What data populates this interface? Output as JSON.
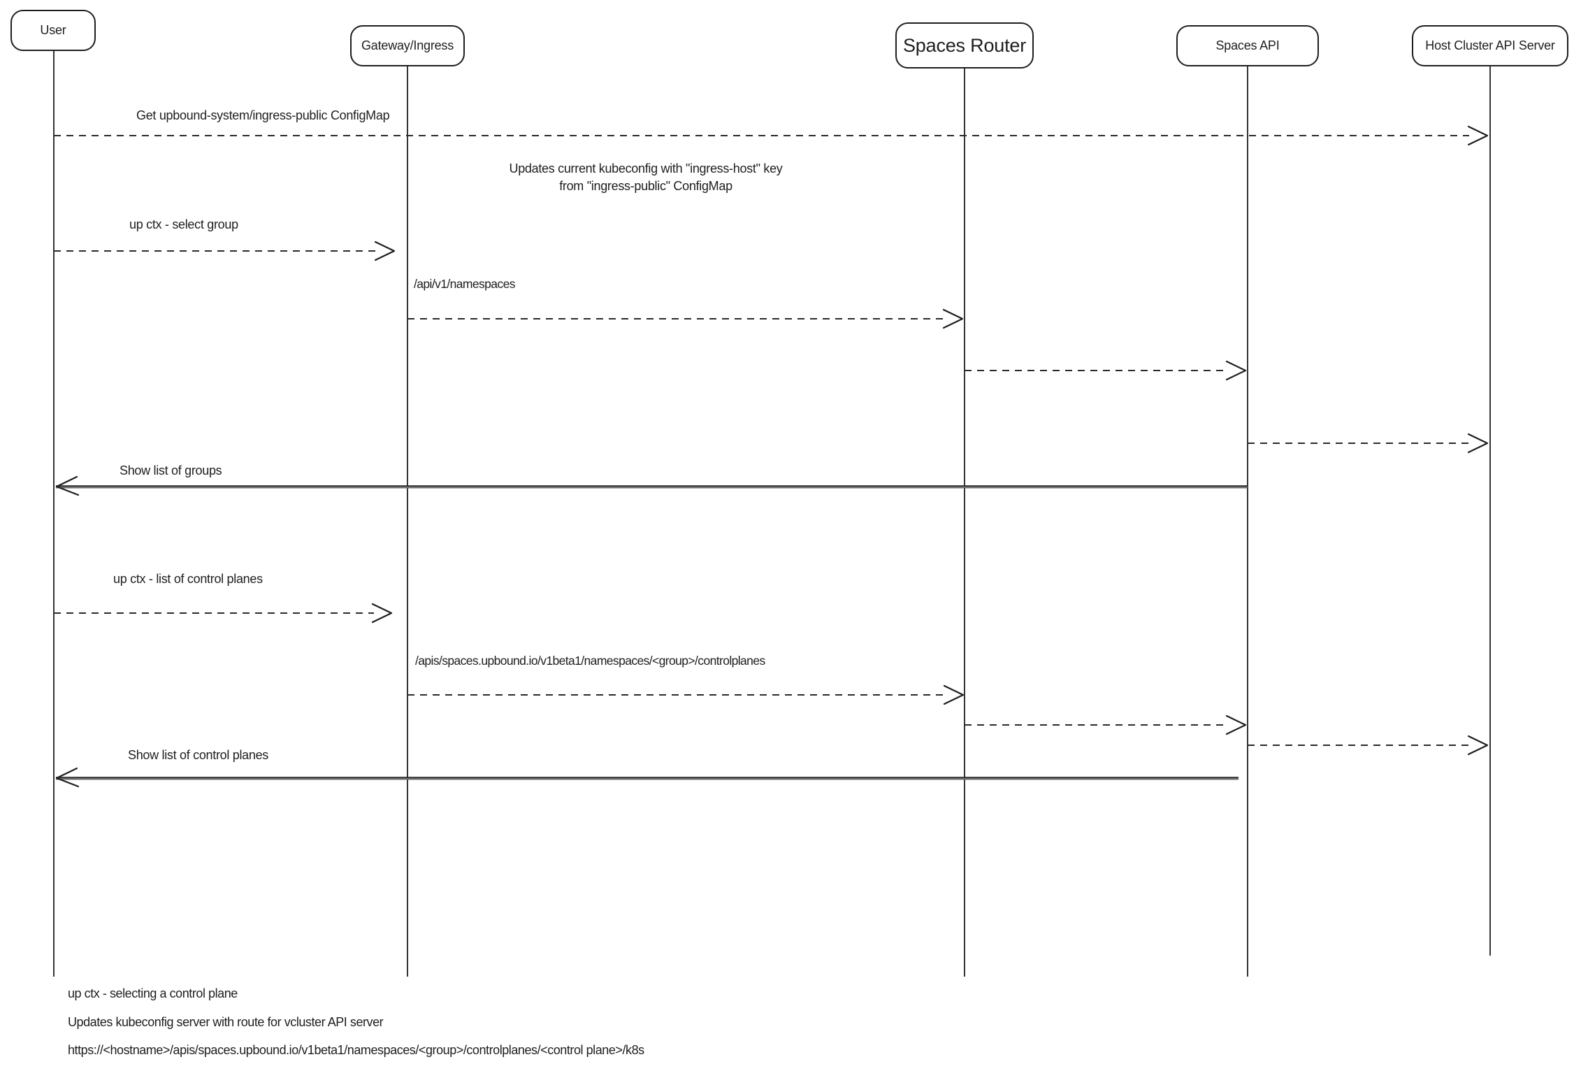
{
  "colors": {
    "stroke": "#1e1e1e",
    "background": "#ffffff"
  },
  "actors": [
    {
      "label": "User"
    },
    {
      "label": "Gateway/Ingress"
    },
    {
      "label": "Spaces Router"
    },
    {
      "label": "Spaces API"
    },
    {
      "label": "Host Cluster API Server"
    }
  ],
  "messages": [
    {
      "label": "Get upbound-system/ingress-public ConfigMap",
      "from": "User",
      "to": "Host Cluster API Server",
      "style": "dashed"
    },
    {
      "label": "up ctx - select group",
      "from": "User",
      "to": "Gateway/Ingress",
      "style": "dashed"
    },
    {
      "label": "/api/v1/namespaces",
      "from": "Gateway/Ingress",
      "to": "Spaces Router",
      "style": "dashed"
    },
    {
      "label": "",
      "from": "Spaces Router",
      "to": "Spaces API",
      "style": "dashed"
    },
    {
      "label": "",
      "from": "Spaces API",
      "to": "Host Cluster API Server",
      "style": "dashed"
    },
    {
      "label": "Show list of groups",
      "from": "Spaces API",
      "to": "User",
      "style": "solid"
    },
    {
      "label": "up ctx - list of control planes",
      "from": "User",
      "to": "Gateway/Ingress",
      "style": "dashed"
    },
    {
      "label": "/apis/spaces.upbound.io/v1beta1/namespaces/<group>/controlplanes",
      "from": "Gateway/Ingress",
      "to": "Spaces Router",
      "style": "dashed"
    },
    {
      "label": "",
      "from": "Spaces Router",
      "to": "Spaces API",
      "style": "dashed"
    },
    {
      "label": "",
      "from": "Spaces API",
      "to": "Host Cluster API Server",
      "style": "dashed"
    },
    {
      "label": "Show list of control planes",
      "from": "Spaces API",
      "to": "User",
      "style": "solid"
    }
  ],
  "note": {
    "line1": "Updates current kubeconfig with \"ingress-host\" key",
    "line2": "from \"ingress-public\" ConfigMap"
  },
  "footnotes": [
    "up ctx - selecting a control plane",
    "Updates kubeconfig server with route for vcluster API server",
    "https://<hostname>/apis/spaces.upbound.io/v1beta1/namespaces/<group>/controlplanes/<control plane>/k8s"
  ]
}
